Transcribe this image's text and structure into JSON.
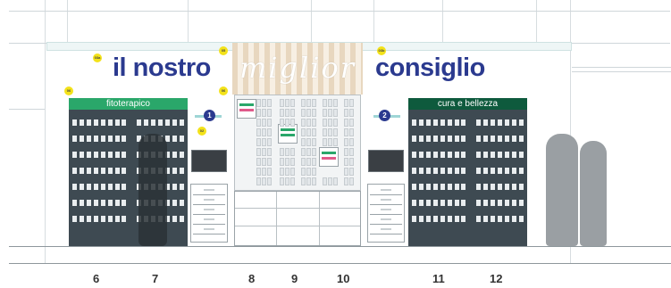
{
  "headline": {
    "left": "il nostro",
    "script": "miglior",
    "right": "consiglio"
  },
  "cabinets": {
    "left_label": "fitoterapico",
    "right_label": "cura e bellezza"
  },
  "markers": {
    "left": "1",
    "right": "2"
  },
  "stickers": [
    "03a",
    "05",
    "03b",
    "06",
    "02",
    "03c",
    "06"
  ],
  "numbers": [
    "6",
    "7",
    "8",
    "9",
    "10",
    "11",
    "12"
  ],
  "colors": {
    "brand_blue": "#2b3a8f",
    "green_header": "#2aa76a",
    "dark_green_header": "#0e5a3d",
    "cabinet": "#3e4a52",
    "highlight_yellow": "#f3e21a"
  }
}
